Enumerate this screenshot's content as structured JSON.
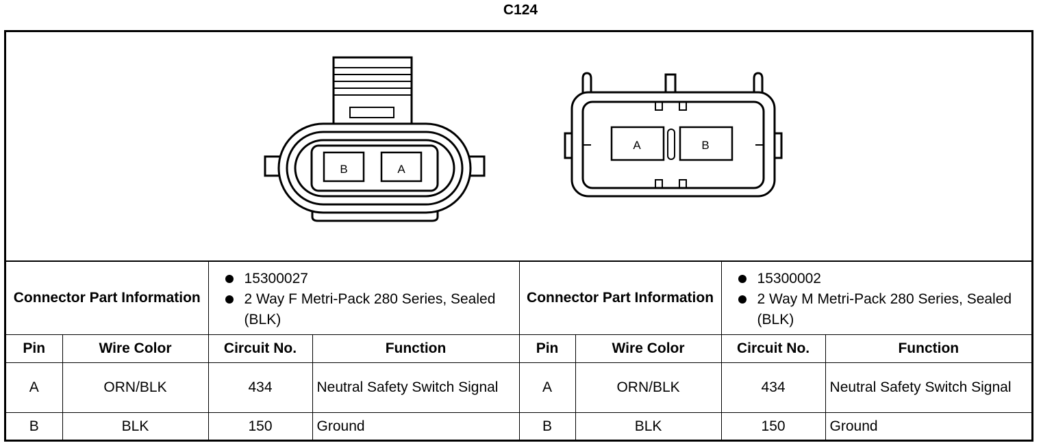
{
  "title": "C124",
  "left": {
    "cavities": [
      "B",
      "A"
    ],
    "header": "Connector Part Information",
    "part_info": [
      "15300027",
      "2 Way F Metri-Pack 280 Series, Sealed (BLK)"
    ]
  },
  "right": {
    "cavities": [
      "A",
      "B"
    ],
    "header": "Connector Part Information",
    "part_info": [
      "15300002",
      "2 Way M Metri-Pack 280 Series, Sealed (BLK)"
    ]
  },
  "columns": [
    "Pin",
    "Wire Color",
    "Circuit No.",
    "Function"
  ],
  "rows": [
    {
      "pin": "A",
      "wire_color": "ORN/BLK",
      "circuit": "434",
      "function": "Neutral Safety Switch Signal"
    },
    {
      "pin": "B",
      "wire_color": "BLK",
      "circuit": "150",
      "function": "Ground"
    }
  ]
}
